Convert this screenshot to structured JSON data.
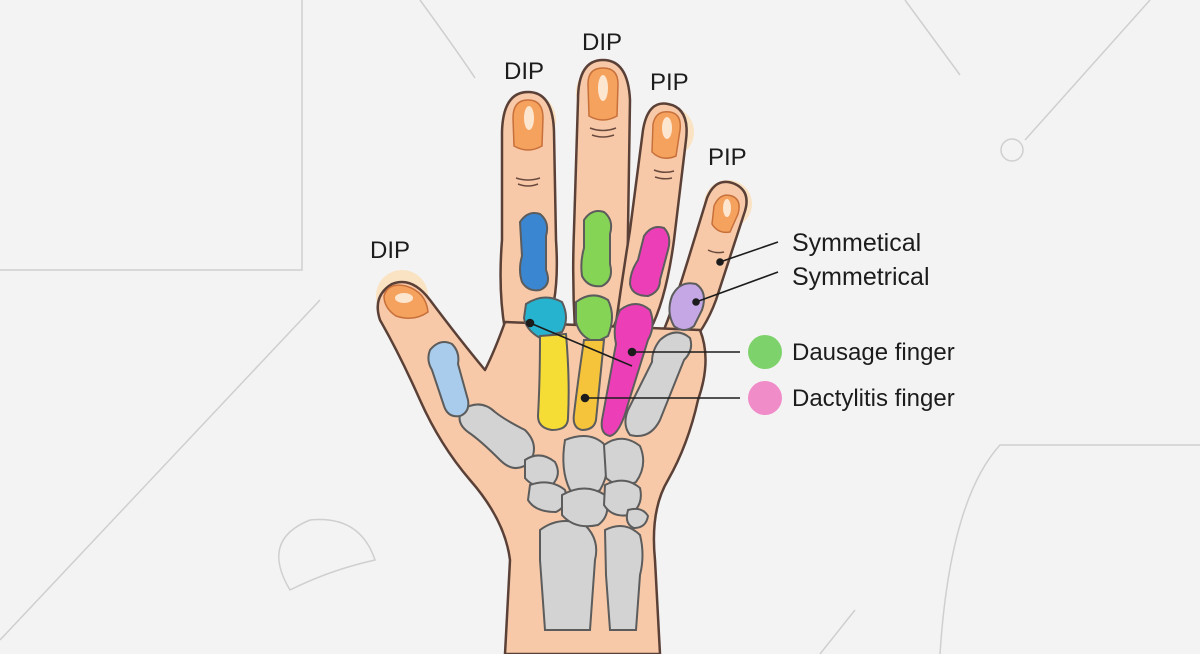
{
  "joint_labels": {
    "thumb": "DIP",
    "index": "DIP",
    "middle": "DIP",
    "ring": "PIP",
    "little": "PIP"
  },
  "side_labels": {
    "upper": "Symmetical",
    "lower": "Symmetrical"
  },
  "legend": [
    {
      "label": "Dausage finger",
      "color": "#7ed26b"
    },
    {
      "label": "Dactylitis finger",
      "color": "#f08cc8"
    }
  ],
  "colors": {
    "skin": "#f7c9a8",
    "skin_outline": "#5a4036",
    "nail": "#f5a25f",
    "bone_gray": "#d3d3d3",
    "blue": "#3a86d0",
    "cyan": "#26b3cf",
    "yellow": "#f6dd36",
    "green": "#86d455",
    "magenta": "#ec3fb7",
    "lavender": "#c6a7e6",
    "light_blue": "#a9ccec"
  }
}
